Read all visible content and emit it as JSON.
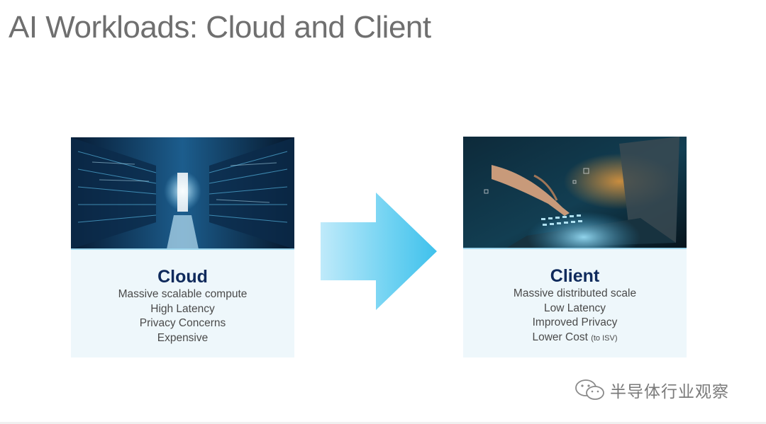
{
  "slide": {
    "title": "AI Workloads: Cloud and Client"
  },
  "cloud_card": {
    "heading": "Cloud",
    "lines": [
      "Massive scalable compute",
      "High Latency",
      "Privacy Concerns",
      "Expensive"
    ]
  },
  "client_card": {
    "heading": "Client",
    "lines": [
      "Massive distributed scale",
      "Low Latency",
      "Improved Privacy",
      "Lower Cost"
    ],
    "last_line_suffix": "(to ISV)"
  },
  "watermark": {
    "text": "半导体行业观察",
    "icon": "wechat-icon"
  },
  "colors": {
    "title": "#6f6f6f",
    "heading": "#0f2a5c",
    "card_bg": "#eef7fb",
    "arrow": "#4cc6ee"
  }
}
